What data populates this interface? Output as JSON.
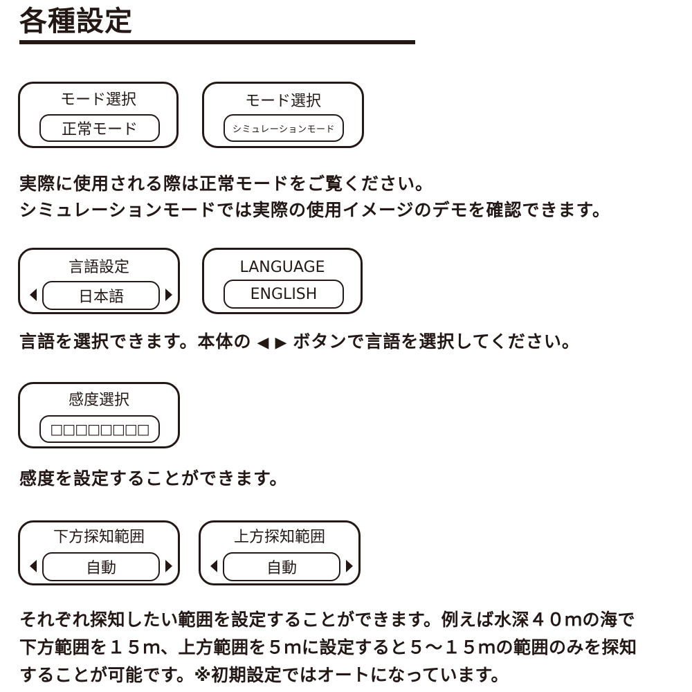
{
  "page": {
    "title": "各種設定"
  },
  "mode_section": {
    "panel_normal": {
      "label": "モード選択",
      "value": "正常モード"
    },
    "panel_sim": {
      "label": "モード選択",
      "value": "シミュレーションモード"
    },
    "desc_line1": "実際に使用される際は正常モードをご覧ください。",
    "desc_line2": "シミュレーションモードでは実際の使用イメージのデモを確認できます。"
  },
  "language_section": {
    "panel_jp": {
      "label": "言語設定",
      "value": "日本語"
    },
    "panel_en": {
      "label": "LANGUAGE",
      "value": "ENGLISH"
    },
    "desc_part1": "言語を選択できます。本体の",
    "left_glyph": "◀",
    "right_glyph": "▶",
    "desc_part2": "ボタンで言語を選択してください。"
  },
  "sensitivity_section": {
    "panel": {
      "label": "感度選択",
      "value": "□□□□□□□□"
    },
    "desc": "感度を設定することができます。"
  },
  "range_section": {
    "panel_lower": {
      "label": "下方探知範囲",
      "value": "自動"
    },
    "panel_upper": {
      "label": "上方探知範囲",
      "value": "自動"
    },
    "desc_line1": "それぞれ探知したい範囲を設定することができます。例えば水深４０ｍの海で",
    "desc_line2": "下方範囲を１５ｍ、上方範囲を５ｍに設定すると５〜１５ｍの範囲のみを探知",
    "desc_line3": "することが可能です。※初期設定ではオートになっています。"
  },
  "icons": {
    "arrow_left": "triangle-left-icon",
    "arrow_right": "triangle-right-icon"
  },
  "colors": {
    "ink": "#231815",
    "background": "#ffffff"
  }
}
